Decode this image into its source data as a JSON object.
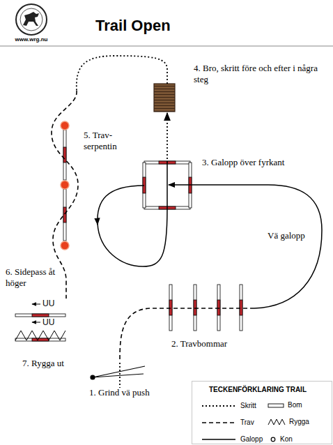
{
  "diagram": {
    "title": "Trail Open",
    "labels": [
      "www.wrg.nu",
      "4. Bro, skritt före och efter i några steg",
      "5. Trav- serpentin",
      "3. Galopp över fyrkant",
      "Vä galopp",
      "6. Sidepass åt höger",
      "UU",
      "UU",
      "7. Rygga ut",
      "2. Travbommar",
      "1. Grind vä push",
      "TECKENFÖRKLARING TRAIL"
    ],
    "legend": [
      {
        "text": "Skritt"
      },
      {
        "text": "Bom"
      },
      {
        "text": "Trav"
      },
      {
        "text": "Rygga"
      },
      {
        "text": "Galopp"
      },
      {
        "text": "Kon"
      }
    ]
  }
}
